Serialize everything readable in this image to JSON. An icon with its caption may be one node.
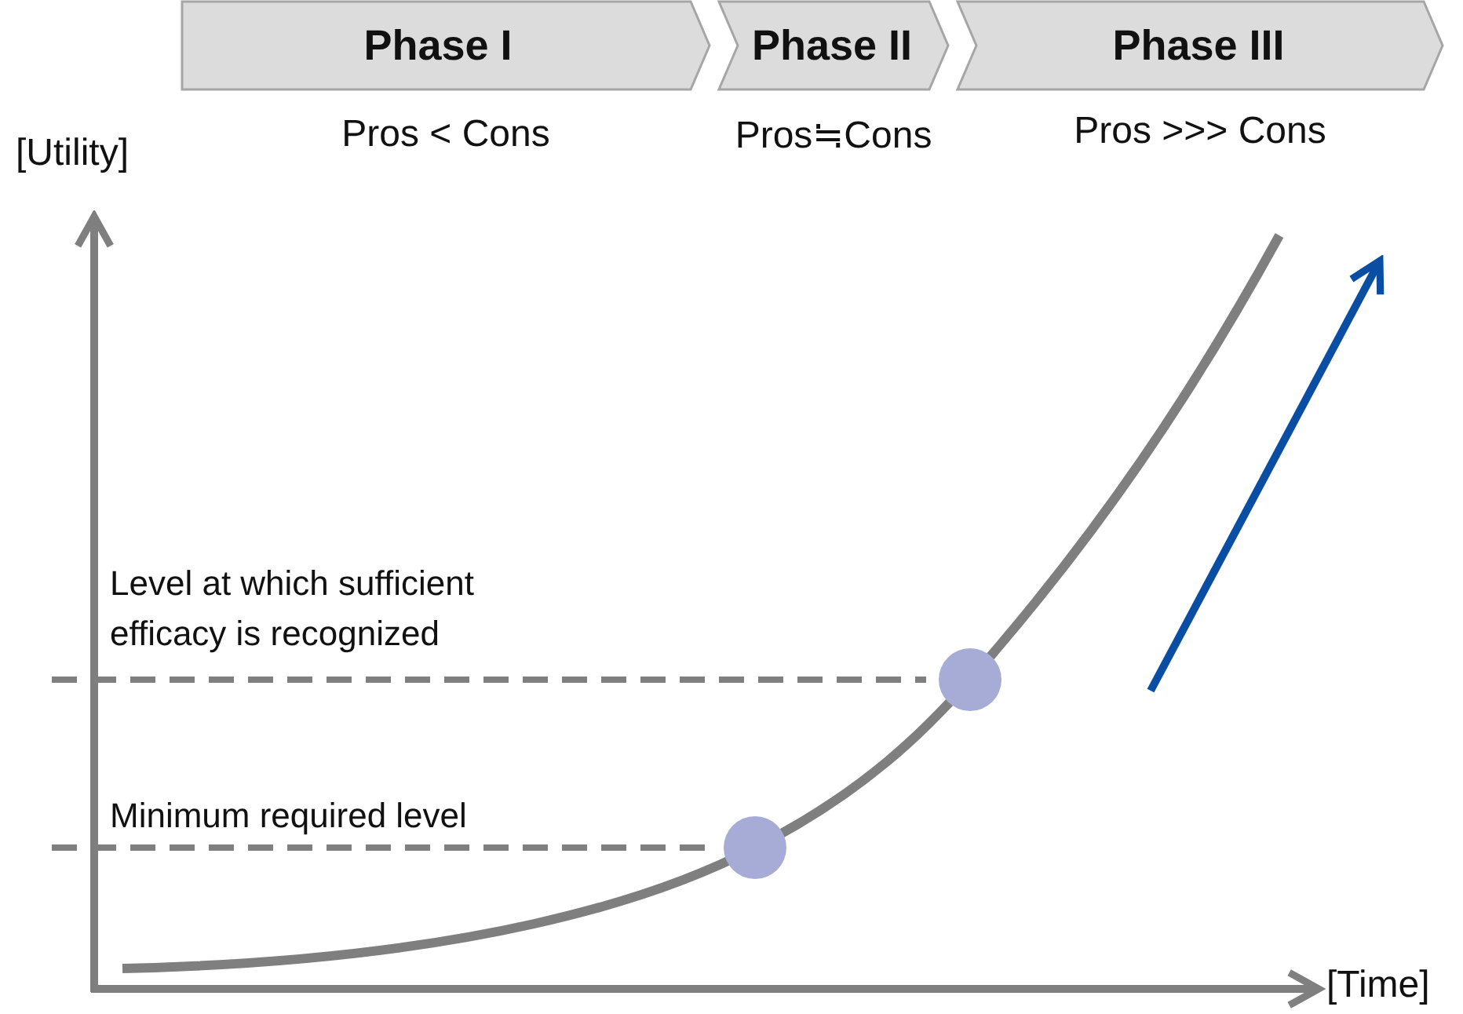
{
  "diagram": {
    "nodes": [
      {
        "text": [
          "Phase I"
        ],
        "beside": [
          "Pros < Cons"
        ]
      },
      {
        "text": [
          "Phase II"
        ],
        "beside": [
          "Pros≒Cons"
        ]
      },
      {
        "text": [
          "Phase III"
        ],
        "beside": [
          "Pros >>> Cons"
        ]
      }
    ],
    "edges": [],
    "labels": [
      "[Utility]",
      "Level at which sufficient efficacy is recognized",
      "Minimum required level",
      "[Time]"
    ]
  }
}
